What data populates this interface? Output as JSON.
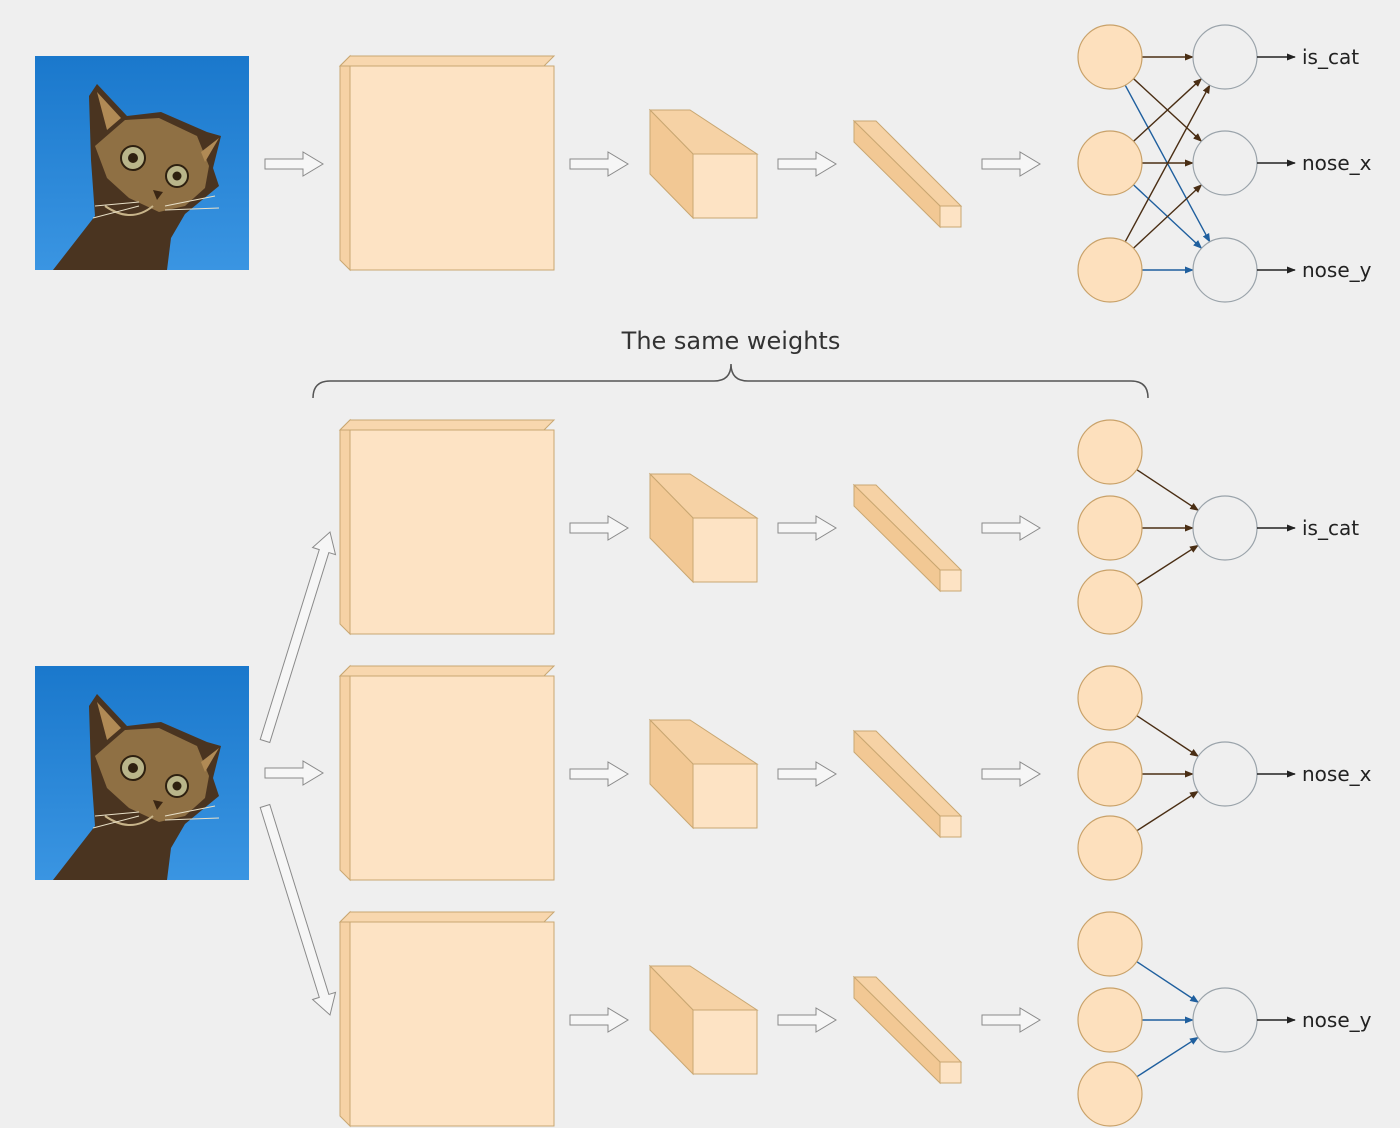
{
  "caption": "The same weights",
  "top": {
    "outputs": [
      "is_cat",
      "nose_x",
      "nose_y"
    ]
  },
  "bottom": {
    "outputs": [
      "is_cat",
      "nose_x",
      "nose_y"
    ]
  },
  "colors": {
    "background": "#efefef",
    "block_face": "#fde3c4",
    "block_side": "#f6d2a5",
    "block_stroke": "#c9a772",
    "neuron_fill": "#fde0bd",
    "neuron_stroke": "#c9a26a",
    "output_stroke": "#9aa3aa",
    "link_brown": "#4a2e14",
    "link_blue": "#1f5f9e",
    "photo_sky": "#1f7fd0"
  },
  "icons": {
    "input_image": "cat-photo-icon",
    "flow_arrow": "hollow-arrow-icon"
  }
}
